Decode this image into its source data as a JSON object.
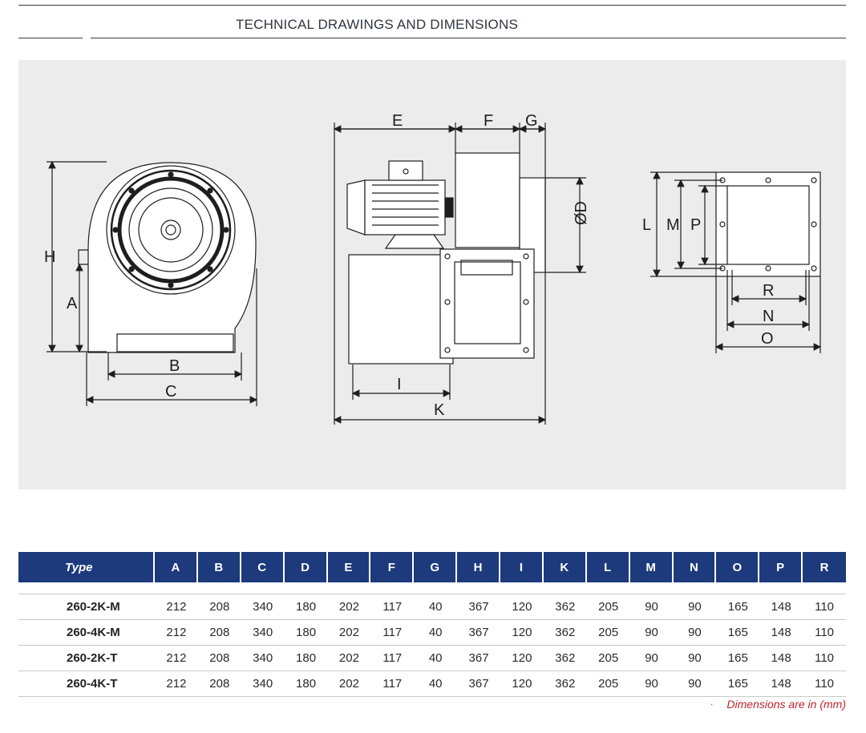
{
  "header": {
    "title": "TECHNICAL DRAWINGS AND DIMENSIONS"
  },
  "drawing": {
    "labels": {
      "a": "A",
      "b": "B",
      "c": "C",
      "h": "H",
      "e": "E",
      "f": "F",
      "g": "G",
      "d": "ØD",
      "i": "I",
      "k": "K",
      "l": "L",
      "m": "M",
      "p": "P",
      "r": "R",
      "n": "N",
      "o": "O"
    }
  },
  "table": {
    "headers": [
      "Type",
      "A",
      "B",
      "C",
      "D",
      "E",
      "F",
      "G",
      "H",
      "I",
      "K",
      "L",
      "M",
      "N",
      "O",
      "P",
      "R"
    ],
    "rows": [
      [
        "260-2K-M",
        "212",
        "208",
        "340",
        "180",
        "202",
        "117",
        "40",
        "367",
        "120",
        "362",
        "205",
        "90",
        "90",
        "165",
        "148",
        "110"
      ],
      [
        "260-4K-M",
        "212",
        "208",
        "340",
        "180",
        "202",
        "117",
        "40",
        "367",
        "120",
        "362",
        "205",
        "90",
        "90",
        "165",
        "148",
        "110"
      ],
      [
        "260-2K-T",
        "212",
        "208",
        "340",
        "180",
        "202",
        "117",
        "40",
        "367",
        "120",
        "362",
        "205",
        "90",
        "90",
        "165",
        "148",
        "110"
      ],
      [
        "260-4K-T",
        "212",
        "208",
        "340",
        "180",
        "202",
        "117",
        "40",
        "367",
        "120",
        "362",
        "205",
        "90",
        "90",
        "165",
        "148",
        "110"
      ]
    ]
  },
  "footer": {
    "note": "Dimensions are in (mm)",
    "dot": "."
  },
  "colors": {
    "header_blue": "#1c3a7c",
    "note_red": "#c0242b",
    "panel_gray": "#ececed"
  }
}
